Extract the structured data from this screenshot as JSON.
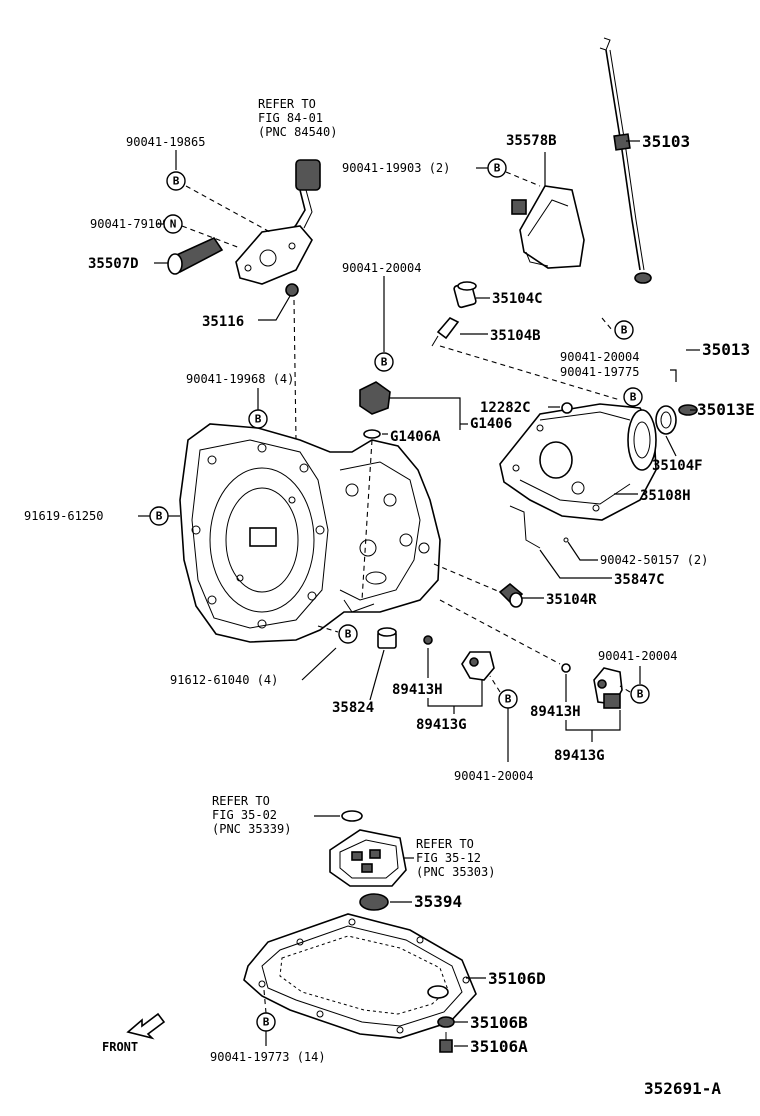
{
  "refs": {
    "fig_84_01": [
      "REFER TO",
      "FIG 84-01",
      "(PNC 84540)"
    ],
    "fig_35_02": [
      "REFER TO",
      "FIG 35-02",
      "(PNC 35339)"
    ],
    "fig_35_12": [
      "REFER TO",
      "FIG 35-12",
      "(PNC 35303)"
    ]
  },
  "parts": {
    "p90041_19865": "90041-19865",
    "p90041_79109": "90041-79109",
    "p35507D": "35507D",
    "p35116": "35116",
    "p90041_19903": "90041-19903 (2)",
    "p35578B": "35578B",
    "p35103": "35103",
    "p90041_20004_a": "90041-20004",
    "p35104C": "35104C",
    "p35104B": "35104B",
    "p35013": "35013",
    "p90041_20004_b": "90041-20004",
    "p90041_19775": "90041-19775",
    "p90041_19968": "90041-19968 (4)",
    "p12282C": "12282C",
    "p35013E": "35013E",
    "pG1406A": "G1406A",
    "pG1406": "G1406",
    "p35104F": "35104F",
    "p91619_61250": "91619-61250",
    "p35108H": "35108H",
    "p90042_50157": "90042-50157 (2)",
    "p35847C": "35847C",
    "p35104R": "35104R",
    "p90041_20004_c": "90041-20004",
    "p91612_61040": "91612-61040 (4)",
    "p35824": "35824",
    "p89413H_a": "89413H",
    "p89413G_a": "89413G",
    "p89413H_b": "89413H",
    "p89413G_b": "89413G",
    "p90041_20004_d": "90041-20004",
    "p35394": "35394",
    "p35106D": "35106D",
    "p35106B": "35106B",
    "p35106A": "35106A",
    "p90041_19773": "90041-19773 (14)"
  },
  "badges": {
    "B": "B",
    "N": "N"
  },
  "front_label": "FRONT",
  "diagram_id": "352691-A"
}
